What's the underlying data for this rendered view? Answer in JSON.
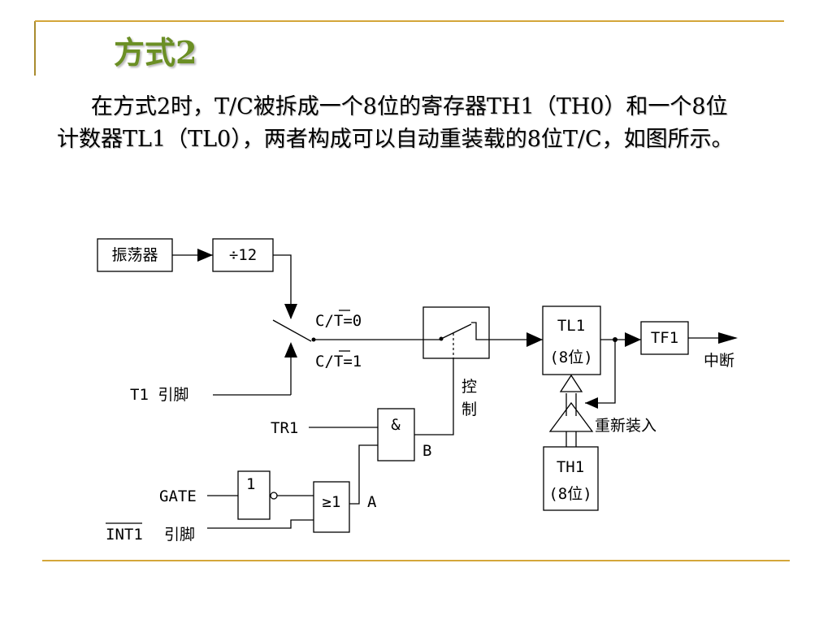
{
  "slide": {
    "title": "方式2",
    "paragraph": "在方式2时，T/C被拆成一个8位的寄存器TH1（TH0）和一个8位计数器TL1（TL0），两者构成可以自动重装载的8位T/C，如图所示。",
    "colors": {
      "title": "#6b8f24",
      "accent_line": "#d4a63a",
      "accent_bar": "#a98b2f"
    }
  },
  "diagram": {
    "oscillator": "振荡器",
    "divider": "÷12",
    "ct0": "C/T=0",
    "ct1": "C/T=1",
    "t1_pin": "T1 引脚",
    "tr1": "TR1",
    "and_gate": "&",
    "gate": "GATE",
    "not_gate": "1",
    "or_gate": "≥1",
    "int1_name": "INT1",
    "int1_pin": "引脚",
    "label_a": "A",
    "label_b": "B",
    "control_1": "控",
    "control_2": "制",
    "tl1_name": "TL1",
    "tl1_width": "(8位)",
    "th1_name": "TH1",
    "th1_width": "(8位)",
    "tf1": "TF1",
    "interrupt": "中断",
    "reload": "重新装入"
  }
}
